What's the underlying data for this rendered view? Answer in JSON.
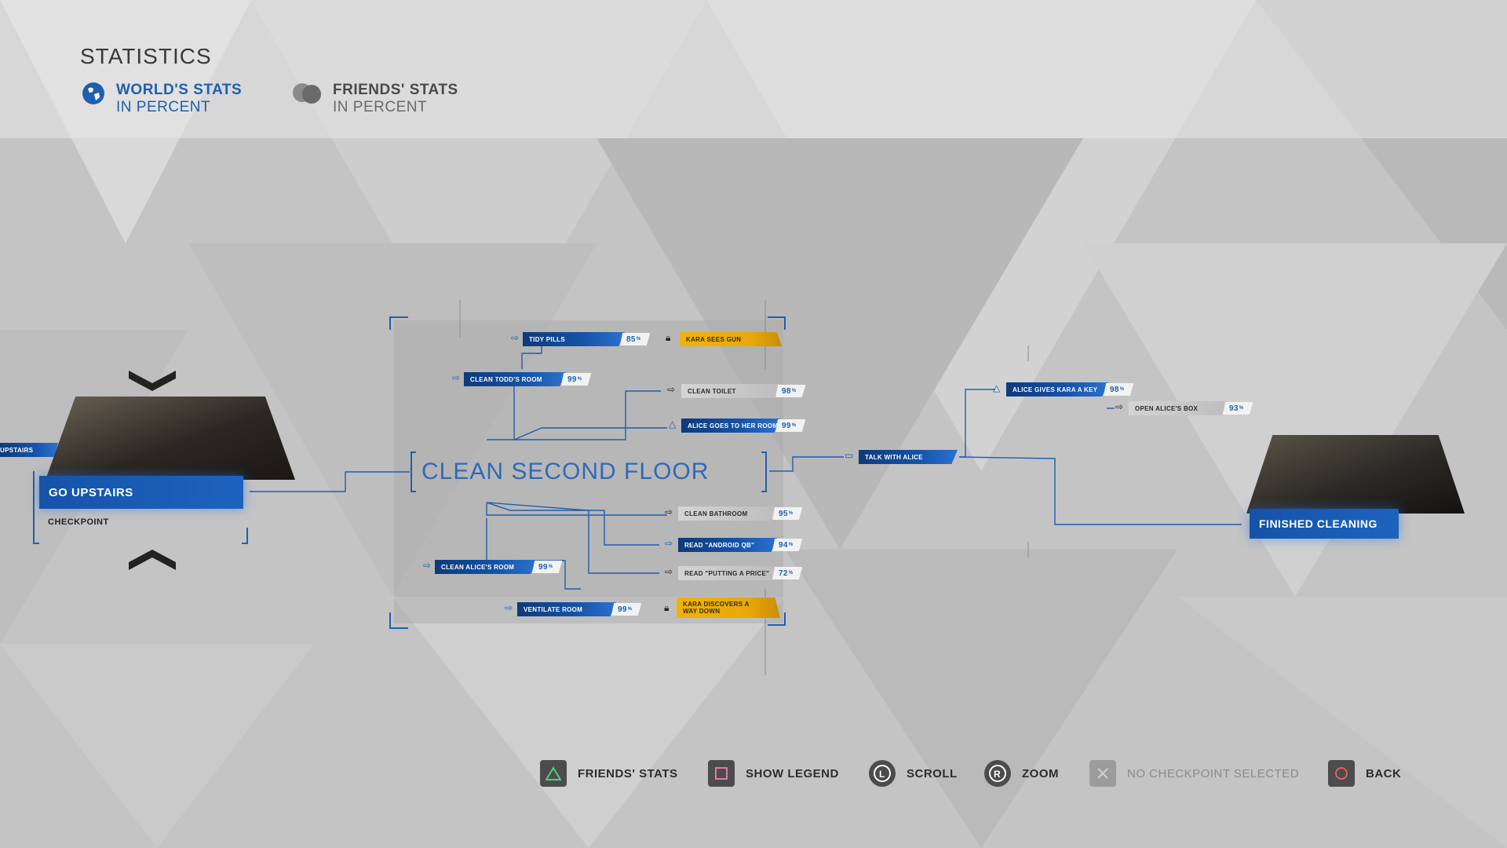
{
  "header": {
    "title": "STATISTICS",
    "world_stats": {
      "line1": "WORLD'S STATS",
      "line2": "IN PERCENT"
    },
    "friends_stats": {
      "line1": "FRIENDS' STATS",
      "line2": "IN PERCENT"
    }
  },
  "left_panel": {
    "prev_node": "UPSTAIRS",
    "checkpoint_title": "GO UPSTAIRS",
    "checkpoint_sub": "CHECKPOINT"
  },
  "chapter": {
    "title": "CLEAN SECOND FLOOR"
  },
  "nodes": {
    "tidy_pills": {
      "label": "TIDY PILLS",
      "pct": "85"
    },
    "kara_sees_gun": {
      "label": "KARA SEES GUN"
    },
    "clean_todds_room": {
      "label": "CLEAN TODD'S ROOM",
      "pct": "99"
    },
    "clean_toilet": {
      "label": "CLEAN TOILET",
      "pct": "98"
    },
    "alice_goes_to_her_room": {
      "label": "ALICE GOES TO HER ROOM",
      "pct": "99"
    },
    "clean_bathroom": {
      "label": "CLEAN BATHROOM",
      "pct": "95"
    },
    "read_android_qb": {
      "label": "READ \"ANDROID QB\"",
      "pct": "94"
    },
    "read_putting_a_price": {
      "label": "READ \"PUTTING A PRICE\"",
      "pct": "72"
    },
    "clean_alices_room": {
      "label": "CLEAN ALICE'S ROOM",
      "pct": "99"
    },
    "ventilate_room": {
      "label": "VENTILATE ROOM",
      "pct": "99"
    },
    "kara_discovers_way_down": {
      "label": "KARA DISCOVERS A WAY DOWN"
    },
    "talk_with_alice": {
      "label": "TALK WITH ALICE"
    },
    "alice_gives_kara_a_key": {
      "label": "ALICE GIVES KARA A KEY",
      "pct": "98"
    },
    "open_alices_box": {
      "label": "OPEN ALICE'S BOX",
      "pct": "93"
    }
  },
  "pct_suffix": "%",
  "right_panel": {
    "checkpoint_title": "FINISHED CLEANING"
  },
  "footer": {
    "friends_stats": "FRIENDS' STATS",
    "show_legend": "SHOW LEGEND",
    "scroll": "SCROLL",
    "zoom": "ZOOM",
    "no_checkpoint": "NO CHECKPOINT SELECTED",
    "back": "BACK"
  },
  "colors": {
    "accent": "#1f5fae",
    "gold": "#f0b30a",
    "background": "#c6c6c6"
  }
}
